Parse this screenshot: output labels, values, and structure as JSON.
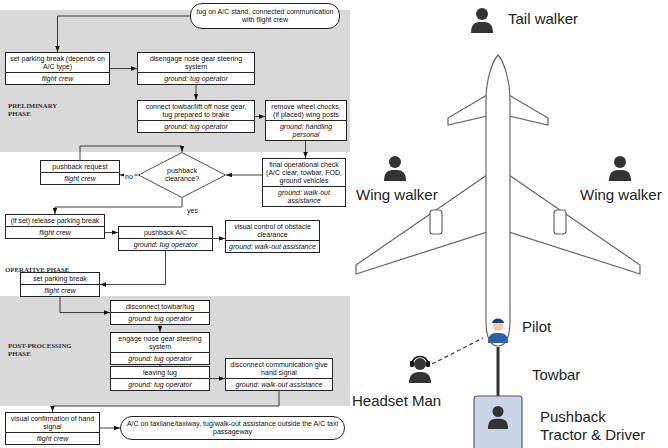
{
  "diagram": {
    "nodes": [
      {
        "text": [
          "tug on A/C stand, connected communication with flight crew"
        ]
      },
      {
        "text": [
          "PRELIMINARY PHASE"
        ]
      },
      {
        "text": [
          "set parking break (depends on A/C type)",
          "flight crew"
        ],
        "in": 1
      },
      {
        "text": [
          "disengage nose gear steering system",
          "ground: tug operator"
        ],
        "in": 1
      },
      {
        "text": [
          "connect towbar/lift off nose gear, tug prepared to brake",
          "ground: tug operator"
        ],
        "in": 1
      },
      {
        "text": [
          "remove wheel chocks, (if placed) wing posts",
          "ground: handling personal"
        ],
        "in": 1
      },
      {
        "text": [
          "pushback request",
          "flight crew"
        ]
      },
      {
        "text": [
          "pushback clearance?"
        ]
      },
      {
        "text": [
          "final operational check (A/C clear, towbar, FOD, ground vehicles",
          "ground: walk-out assistance"
        ]
      },
      {
        "text": [
          "(if set) release parking break",
          "flight crew"
        ]
      },
      {
        "text": [
          "pushback A/C",
          "ground: tug operator"
        ]
      },
      {
        "text": [
          "visual control of obstacle clearance",
          "ground: walk-out assistance"
        ]
      },
      {
        "text": [
          "set parking break",
          "flight crew"
        ]
      },
      {
        "text": [
          "POST-PROCESSING PHASE"
        ]
      },
      {
        "text": [
          "disconnect towbar/tug",
          "ground: tug operator"
        ],
        "in": 13
      },
      {
        "text": [
          "engage nose gear steering system",
          "ground: tug operator"
        ],
        "in": 13
      },
      {
        "text": [
          "leaving tug",
          "ground: tug operator"
        ],
        "in": 13
      },
      {
        "text": [
          "disconnect communication give hand signal",
          "ground: walk-out assistance"
        ],
        "in": 13
      },
      {
        "text": [
          "visual confirmation of hand signal",
          "flight crew"
        ]
      },
      {
        "text": [
          "A/C on taxilane/taxiway, tug/walk-out assistance outside the A/C taxi passageway"
        ]
      }
    ],
    "edges": [
      {
        "from": 0,
        "to": 2,
        "arrow": "to"
      },
      {
        "from": 2,
        "to": 3,
        "arrow": "to"
      },
      {
        "from": 3,
        "to": 4,
        "arrow": "to"
      },
      {
        "from": 4,
        "to": 5,
        "arrow": "to"
      },
      {
        "from": 5,
        "to": 8,
        "arrow": "to"
      },
      {
        "from": 8,
        "to": 7,
        "arrow": "to"
      },
      {
        "from": 7,
        "to": 6,
        "label": "no",
        "arrow": "to"
      },
      {
        "from": 6,
        "to": 7,
        "arrow": "to"
      },
      {
        "from": 7,
        "to": 9,
        "label": "yes",
        "arrow": "to"
      },
      {
        "from": 9,
        "to": 10,
        "arrow": "to"
      },
      {
        "from": 10,
        "to": 11,
        "arrow": "to"
      },
      {
        "from": 10,
        "to": 12,
        "arrow": "to"
      },
      {
        "from": 12,
        "to": 14,
        "arrow": "to"
      },
      {
        "from": 14,
        "to": 15,
        "arrow": "to"
      },
      {
        "from": 15,
        "to": 16,
        "arrow": "to"
      },
      {
        "from": 16,
        "to": 17,
        "arrow": "to"
      },
      {
        "from": 17,
        "to": 18,
        "arrow": "to"
      },
      {
        "from": 18,
        "to": 19,
        "arrow": "to"
      }
    ],
    "labels": [
      "OPERATIVE PHASE",
      "Tail walker",
      "Wing walker",
      "Wing walker",
      "Pilot",
      "Towbar",
      "Headset Man",
      "Pushback Tractor & Driver"
    ]
  }
}
